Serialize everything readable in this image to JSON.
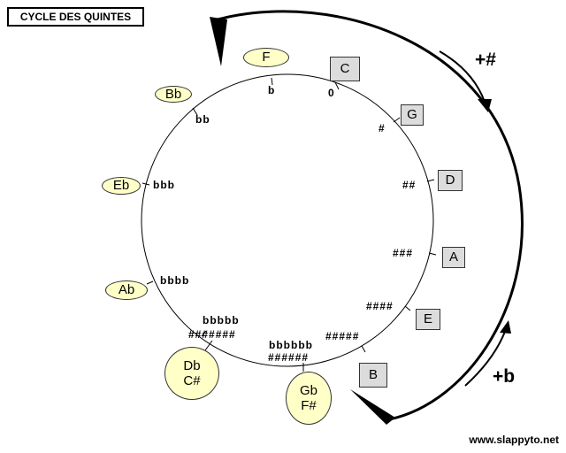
{
  "title": "CYCLE DES QUINTES",
  "footer": "www.slappyto.net",
  "arrows": {
    "sharp_label": "+#",
    "flat_label": "+b"
  },
  "sharp_keys": [
    {
      "name": "C",
      "signature": "0"
    },
    {
      "name": "G",
      "signature": "#"
    },
    {
      "name": "D",
      "signature": "##"
    },
    {
      "name": "A",
      "signature": "###"
    },
    {
      "name": "E",
      "signature": "####"
    },
    {
      "name": "B",
      "signature": "#####"
    }
  ],
  "flat_keys": [
    {
      "name": "F",
      "signature": "b"
    },
    {
      "name": "Bb",
      "signature": "bb"
    },
    {
      "name": "Eb",
      "signature": "bbb"
    },
    {
      "name": "Ab",
      "signature": "bbbb"
    }
  ],
  "enharmonic_keys": [
    {
      "flat_name": "Db",
      "sharp_name": "C#",
      "flat_signature": "bbbbb",
      "sharp_signature": "#######"
    },
    {
      "flat_name": "Gb",
      "sharp_name": "F#",
      "flat_signature": "bbbbbb",
      "sharp_signature": "######"
    }
  ],
  "colors": {
    "sharp_box": "#dcdcdc",
    "flat_fill": "#ffffc8",
    "line": "#000000"
  }
}
